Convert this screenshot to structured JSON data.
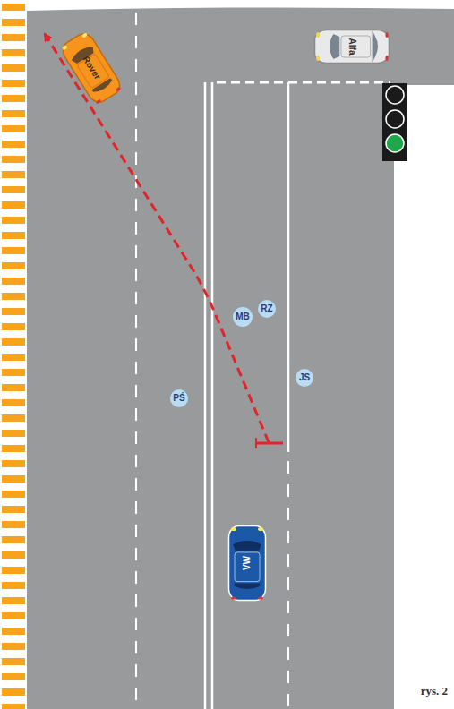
{
  "diagram": {
    "caption": "rys. 2",
    "nodes": [
      {
        "text": [
          "Alfa"
        ]
      },
      {
        "text": [
          "Rover"
        ]
      },
      {
        "text": [
          "RZ"
        ]
      },
      {
        "text": [
          "MB"
        ]
      },
      {
        "text": [
          "JS"
        ]
      },
      {
        "text": [
          "PŚ"
        ]
      },
      {
        "text": [
          "VW"
        ]
      }
    ]
  }
}
